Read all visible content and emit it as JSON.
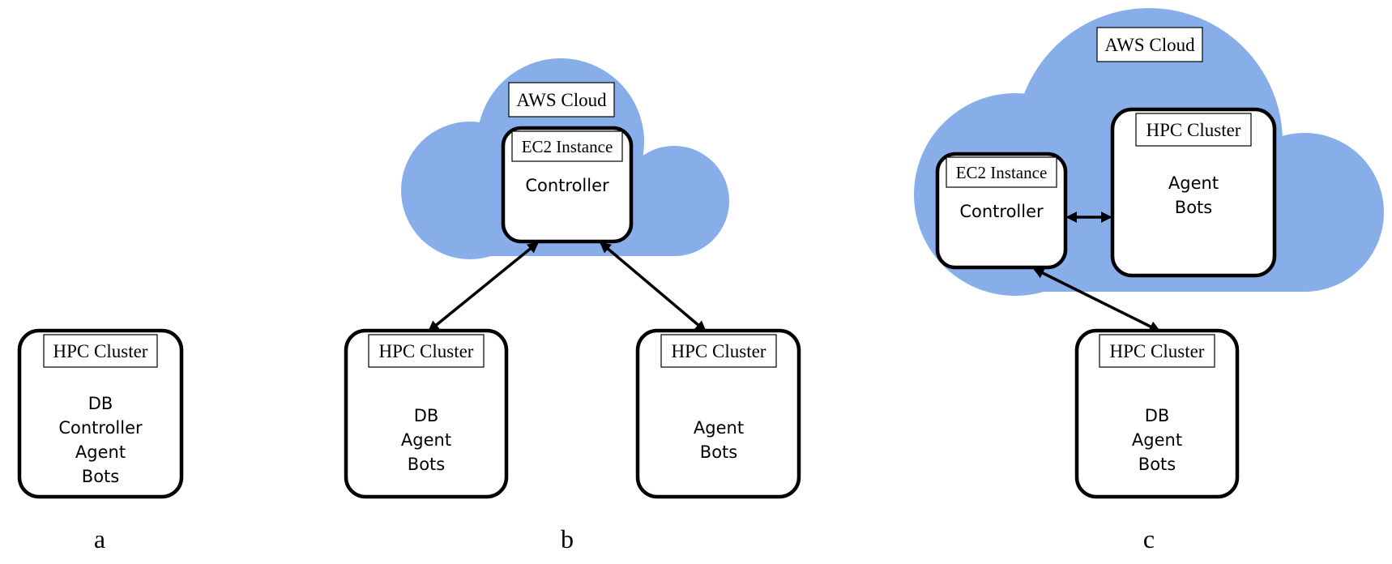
{
  "colors": {
    "cloud": "#87AEE8",
    "stroke": "#000000",
    "background": "#ffffff"
  },
  "panels": [
    {
      "letter": "a",
      "hpc_clusters": [
        {
          "title": "HPC Cluster",
          "lines": [
            "DB",
            "Controller",
            "Agent",
            "Bots"
          ]
        }
      ]
    },
    {
      "letter": "b",
      "cloud": {
        "title": "AWS Cloud"
      },
      "ec2": {
        "title": "EC2 Instance",
        "lines": [
          "Controller"
        ]
      },
      "hpc_clusters": [
        {
          "title": "HPC Cluster",
          "lines": [
            "DB",
            "Agent",
            "Bots"
          ]
        },
        {
          "title": "HPC Cluster",
          "lines": [
            "Agent",
            "Bots"
          ]
        }
      ]
    },
    {
      "letter": "c",
      "cloud": {
        "title": "AWS Cloud"
      },
      "ec2": {
        "title": "EC2 Instance",
        "lines": [
          "Controller"
        ]
      },
      "cloud_hpc": {
        "title": "HPC Cluster",
        "lines": [
          "Agent",
          "Bots"
        ]
      },
      "hpc_clusters": [
        {
          "title": "HPC Cluster",
          "lines": [
            "DB",
            "Agent",
            "Bots"
          ]
        }
      ]
    }
  ]
}
